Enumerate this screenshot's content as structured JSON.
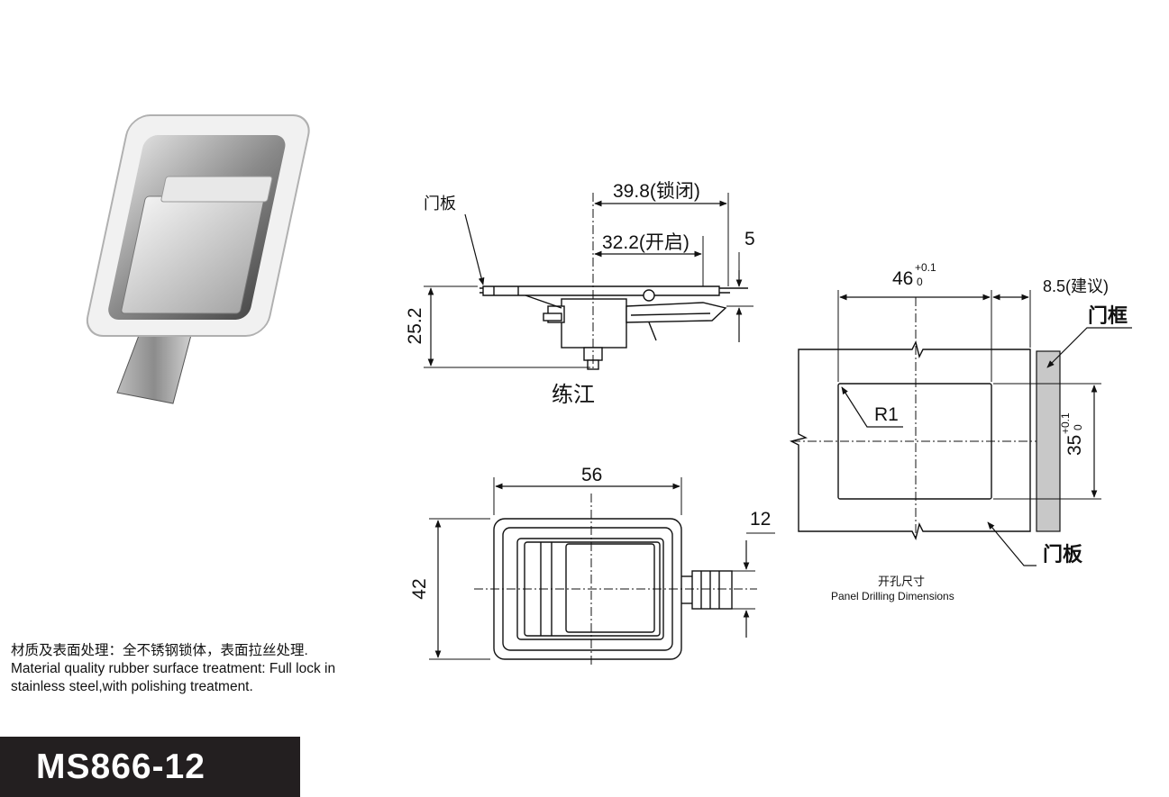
{
  "side_view": {
    "door_panel_label": "门板",
    "dim_locked": "39.8(锁闭)",
    "dim_open": "32.2(开启)",
    "dim_thickness": "5",
    "dim_height": "25.2",
    "brand_label": "练江"
  },
  "front_view": {
    "dim_width": "56",
    "dim_height": "42",
    "dim_tongue": "12"
  },
  "cutout": {
    "dim_width": "46",
    "dim_width_tol_upper": "+0.1",
    "dim_width_tol_lower": "0",
    "dim_height": "35",
    "dim_height_tol_upper": "+0.1",
    "dim_height_tol_lower": "0",
    "radius_label": "R1",
    "frame_gap": "8.5(建议)",
    "door_frame_label": "门框",
    "door_panel_label": "门板",
    "title_cn": "开孔尺寸",
    "title_en": "Panel Drilling Dimensions"
  },
  "notes": {
    "line_cn": "材质及表面处理：全不锈钢锁体，表面拉丝处理.",
    "line_en_1": "Material quality rubber surface treatment: Full lock in",
    "line_en_2": "stainless steel,with polishing treatment."
  },
  "model": "MS866-12"
}
